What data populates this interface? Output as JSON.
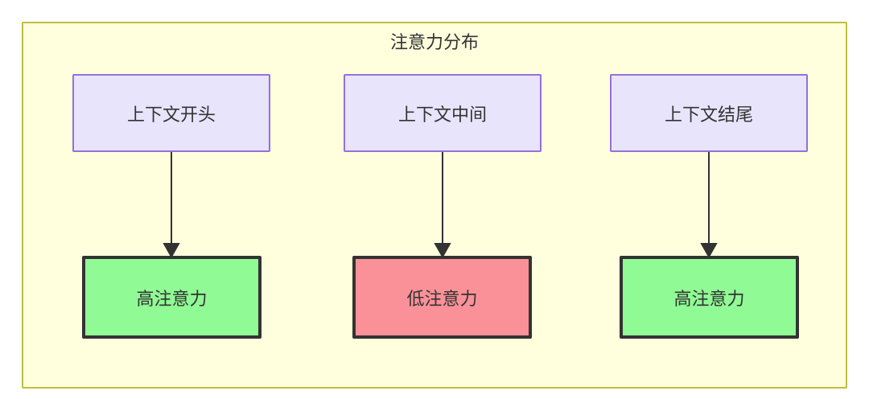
{
  "diagram": {
    "title": "注意力分布",
    "type": "flowchart",
    "container": {
      "label": "注意力分布",
      "fill": "#ffffde",
      "stroke": "#bfbf3f"
    },
    "nodes": {
      "top": [
        {
          "id": "context-start",
          "label": "上下文开头",
          "fill": "#e8e4fc",
          "stroke": "#9370db"
        },
        {
          "id": "context-middle",
          "label": "上下文中间",
          "fill": "#e8e4fc",
          "stroke": "#9370db"
        },
        {
          "id": "context-end",
          "label": "上下文结尾",
          "fill": "#e8e4fc",
          "stroke": "#9370db"
        }
      ],
      "bottom": [
        {
          "id": "attention-high-start",
          "label": "高注意力",
          "fill": "#90fa95",
          "stroke": "#333333"
        },
        {
          "id": "attention-low-middle",
          "label": "低注意力",
          "fill": "#fb9198",
          "stroke": "#333333"
        },
        {
          "id": "attention-high-end",
          "label": "高注意力",
          "fill": "#90fa95",
          "stroke": "#333333"
        }
      ]
    },
    "edges": [
      {
        "from": "context-start",
        "to": "attention-high-start",
        "label": "",
        "arrow": "filled-triangle"
      },
      {
        "from": "context-middle",
        "to": "attention-low-middle",
        "label": "",
        "arrow": "filled-triangle"
      },
      {
        "from": "context-end",
        "to": "attention-high-end",
        "label": "",
        "arrow": "filled-triangle"
      }
    ],
    "edge_color": "#333333"
  }
}
